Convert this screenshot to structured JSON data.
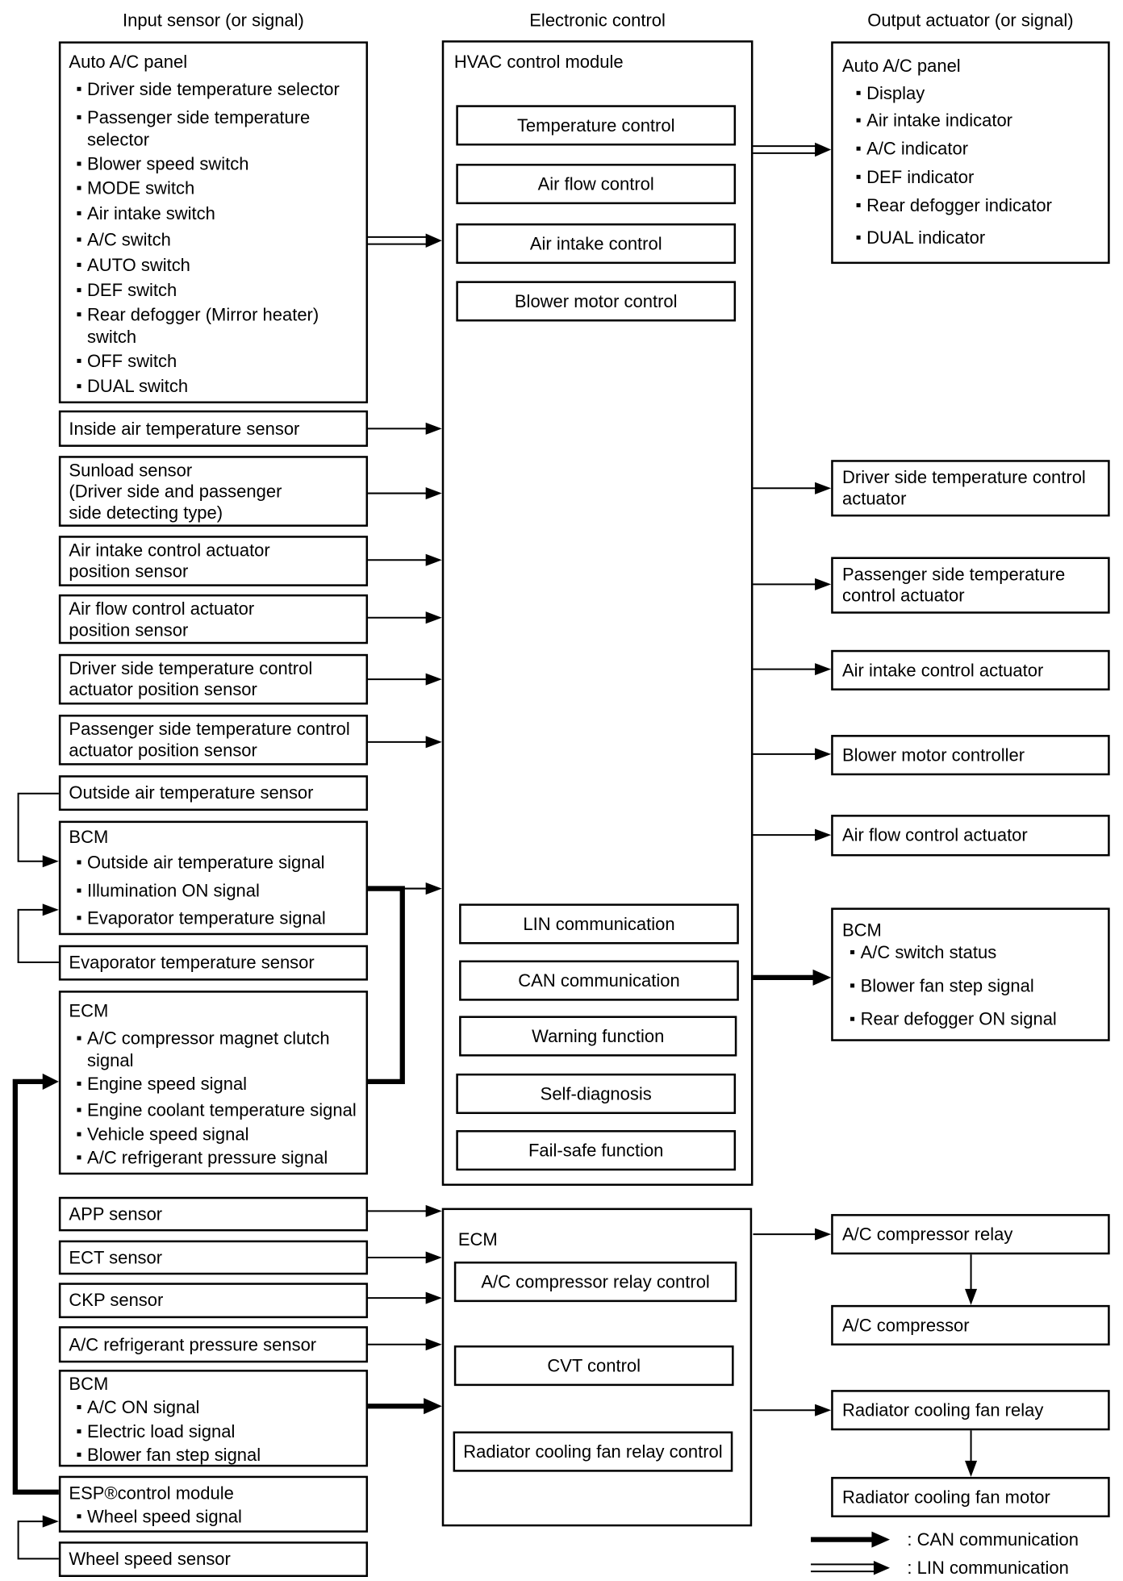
{
  "headers": {
    "input": "Input sensor (or signal)",
    "control": "Electronic control",
    "output": "Output actuator (or signal)"
  },
  "inputs": {
    "auto_ac_panel": {
      "title": "Auto A/C panel",
      "items": [
        "Driver side temperature selector",
        "Passenger side temperature\nselector",
        "Blower speed switch",
        "MODE switch",
        "Air intake switch",
        "A/C switch",
        "AUTO switch",
        "DEF switch",
        "Rear defogger (Mirror heater)\nswitch",
        "OFF switch",
        "DUAL switch"
      ]
    },
    "inside_air_temp_sensor": "Inside air temperature sensor",
    "sunload_sensor": "Sunload sensor\n(Driver side and passenger\nside detecting type)",
    "air_intake_pos_sensor": "Air intake control actuator\nposition sensor",
    "air_flow_pos_sensor": "Air flow control actuator\nposition sensor",
    "driver_temp_pos_sensor": "Driver side temperature control\nactuator position sensor",
    "passenger_temp_pos_sensor": "Passenger side temperature control\nactuator position sensor",
    "outside_air_temp_sensor": "Outside air temperature sensor",
    "bcm": {
      "title": "BCM",
      "items": [
        "Outside air temperature signal",
        "Illumination ON signal",
        "Evaporator temperature signal"
      ]
    },
    "evaporator_temp_sensor": "Evaporator temperature sensor",
    "ecm": {
      "title": "ECM",
      "items": [
        "A/C compressor magnet clutch\nsignal",
        "Engine speed signal",
        "Engine coolant temperature signal",
        "Vehicle speed signal",
        "A/C refrigerant pressure signal"
      ]
    },
    "app_sensor": "APP sensor",
    "ect_sensor": "ECT sensor",
    "ckp_sensor": "CKP sensor",
    "refrigerant_pressure_sensor": "A/C refrigerant pressure sensor",
    "bcm_2": {
      "title": "BCM",
      "items": [
        "A/C ON signal",
        "Electric load signal",
        "Blower fan step signal"
      ]
    },
    "esp_module": {
      "title": "ESP®control module",
      "items": [
        "Wheel speed signal"
      ]
    },
    "wheel_speed_sensor": "Wheel speed sensor"
  },
  "control": {
    "hvac_module": {
      "title": "HVAC control module",
      "functions": [
        "Temperature control",
        "Air flow control",
        "Air intake control",
        "Blower motor control",
        "LIN communication",
        "CAN communication",
        "Warning function",
        "Self-diagnosis",
        "Fail-safe function"
      ]
    },
    "ecm": {
      "title": "ECM",
      "functions": [
        "A/C compressor relay control",
        "CVT control",
        "Radiator cooling fan relay control"
      ]
    }
  },
  "outputs": {
    "auto_ac_panel": {
      "title": "Auto A/C panel",
      "items": [
        "Display",
        "Air intake indicator",
        "A/C indicator",
        "DEF indicator",
        "Rear defogger indicator",
        "DUAL indicator"
      ]
    },
    "driver_temp_actuator": "Driver side temperature control\nactuator",
    "passenger_temp_actuator": "Passenger side temperature\ncontrol actuator",
    "air_intake_actuator": "Air intake control actuator",
    "blower_motor_controller": "Blower motor controller",
    "air_flow_actuator": "Air flow control actuator",
    "bcm": {
      "title": "BCM",
      "items": [
        "A/C switch status",
        "Blower fan step signal",
        "Rear defogger ON signal"
      ]
    },
    "ac_compressor_relay": "A/C compressor relay",
    "ac_compressor": "A/C compressor",
    "radiator_fan_relay": "Radiator cooling fan relay",
    "radiator_fan_motor": "Radiator cooling fan motor"
  },
  "legend": {
    "can": ": CAN communication",
    "lin": ": LIN communication"
  }
}
